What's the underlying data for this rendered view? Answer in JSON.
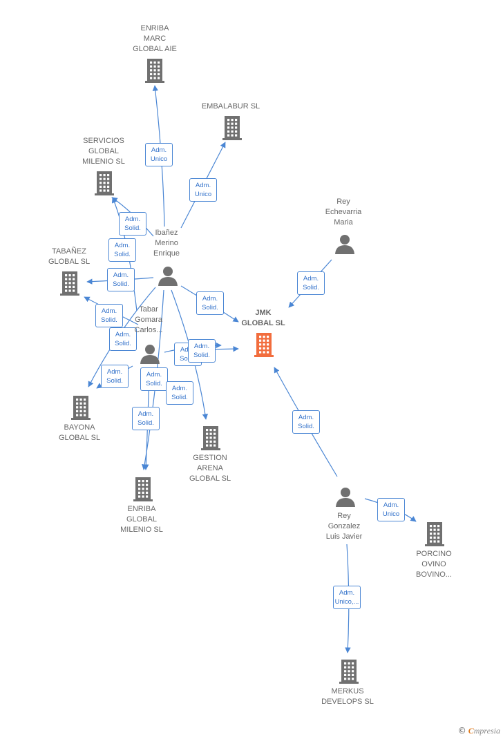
{
  "colors": {
    "company": "#707070",
    "main_company": "#f26d3d",
    "person": "#707070",
    "edge": "#4a86d4",
    "edge_text": "#2f6fc9"
  },
  "nodes": [
    {
      "id": "enriba_marc",
      "type": "company",
      "label": "ENRIBA\nMARC\nGLOBAL AIE",
      "icon": "building-icon"
    },
    {
      "id": "embalabur",
      "type": "company",
      "label": "EMBALABUR SL",
      "icon": "building-icon"
    },
    {
      "id": "servicios",
      "type": "company",
      "label": "SERVICIOS\nGLOBAL\nMILENIO  SL",
      "icon": "building-icon"
    },
    {
      "id": "tabanez",
      "type": "company",
      "label": "TABAÑEZ\nGLOBAL SL",
      "icon": "building-icon"
    },
    {
      "id": "bayona",
      "type": "company",
      "label": "BAYONA\nGLOBAL SL",
      "icon": "building-icon"
    },
    {
      "id": "enriba_global",
      "type": "company",
      "label": "ENRIBA\nGLOBAL\nMILENIO SL",
      "icon": "building-icon"
    },
    {
      "id": "gestion",
      "type": "company",
      "label": "GESTION\nARENA\nGLOBAL  SL",
      "icon": "building-icon"
    },
    {
      "id": "jmk",
      "type": "main",
      "label": "JMK\nGLOBAL  SL",
      "icon": "building-icon"
    },
    {
      "id": "porcino",
      "type": "company",
      "label": "PORCINO\nOVINO\nBOVINO...",
      "icon": "building-icon"
    },
    {
      "id": "merkus",
      "type": "company",
      "label": "MERKUS\nDEVELOPS  SL",
      "icon": "building-icon"
    },
    {
      "id": "ibanez",
      "type": "person",
      "label": "Ibañez\nMerino\nEnrique",
      "icon": "person-icon"
    },
    {
      "id": "tabar",
      "type": "person",
      "label": "Tabar\nGomara\nCarlos...",
      "icon": "person-icon"
    },
    {
      "id": "rey_ech",
      "type": "person",
      "label": "Rey\nEchevarria\nMaria",
      "icon": "person-icon"
    },
    {
      "id": "rey_gon",
      "type": "person",
      "label": "Rey\nGonzalez\nLuis Javier",
      "icon": "person-icon"
    }
  ],
  "edges": [
    {
      "from": "ibanez",
      "to": "enriba_marc",
      "label": "Adm.\nUnico"
    },
    {
      "from": "ibanez",
      "to": "embalabur",
      "label": "Adm.\nUnico"
    },
    {
      "from": "ibanez",
      "to": "servicios",
      "label": "Adm.\nSolid."
    },
    {
      "from": "tabar",
      "to": "servicios",
      "label": "Adm.\nSolid."
    },
    {
      "from": "ibanez",
      "to": "tabanez",
      "label": "Adm.\nSolid."
    },
    {
      "from": "tabar",
      "to": "tabanez",
      "label": "Adm.\nSolid."
    },
    {
      "from": "ibanez",
      "to": "bayona",
      "label": "Adm.\nSolid."
    },
    {
      "from": "tabar",
      "to": "bayona",
      "label": "Adm.\nSolid."
    },
    {
      "from": "ibanez",
      "to": "jmk",
      "label": "Adm.\nSolid."
    },
    {
      "from": "tabar",
      "to": "jmk",
      "label": "Adm.\nSolid."
    },
    {
      "from": "tabar",
      "to": "jmk",
      "label": "Adm.\nSolid."
    },
    {
      "from": "ibanez",
      "to": "enriba_global",
      "label": "Adm.\nSolid."
    },
    {
      "from": "tabar",
      "to": "enriba_global",
      "label": "Adm.\nSolid."
    },
    {
      "from": "ibanez",
      "to": "gestion",
      "label": "Adm.\nSolid."
    },
    {
      "from": "rey_ech",
      "to": "jmk",
      "label": "Adm.\nSolid."
    },
    {
      "from": "rey_gon",
      "to": "jmk",
      "label": "Adm.\nSolid."
    },
    {
      "from": "rey_gon",
      "to": "porcino",
      "label": "Adm.\nUnico"
    },
    {
      "from": "rey_gon",
      "to": "merkus",
      "label": "Adm.\nUnico,..."
    }
  ],
  "brand": {
    "copyright": "©",
    "name_first": "C",
    "name_rest": "mpresia"
  }
}
